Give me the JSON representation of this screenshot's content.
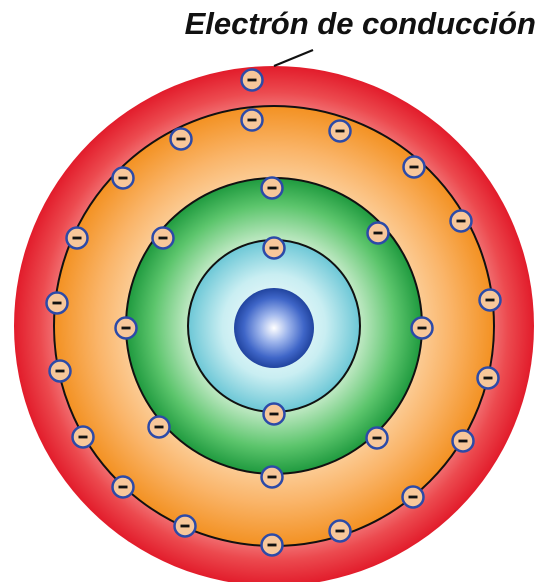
{
  "label": {
    "text": "Electrón de conducción"
  },
  "shells": [
    {
      "name": "nucleus",
      "color": "#2f52b8"
    },
    {
      "name": "shell-1",
      "color": "#7fd0dc",
      "electrons": 2
    },
    {
      "name": "shell-2",
      "color": "#2ea84a",
      "electrons": 8
    },
    {
      "name": "shell-3",
      "color": "#f59a34",
      "electrons": 18
    },
    {
      "name": "shell-4",
      "color": "#e8303a",
      "electrons": 1
    }
  ],
  "electron": {
    "symbol": "−",
    "fill": "#f7c79a",
    "stroke": "#2c4aa8"
  }
}
